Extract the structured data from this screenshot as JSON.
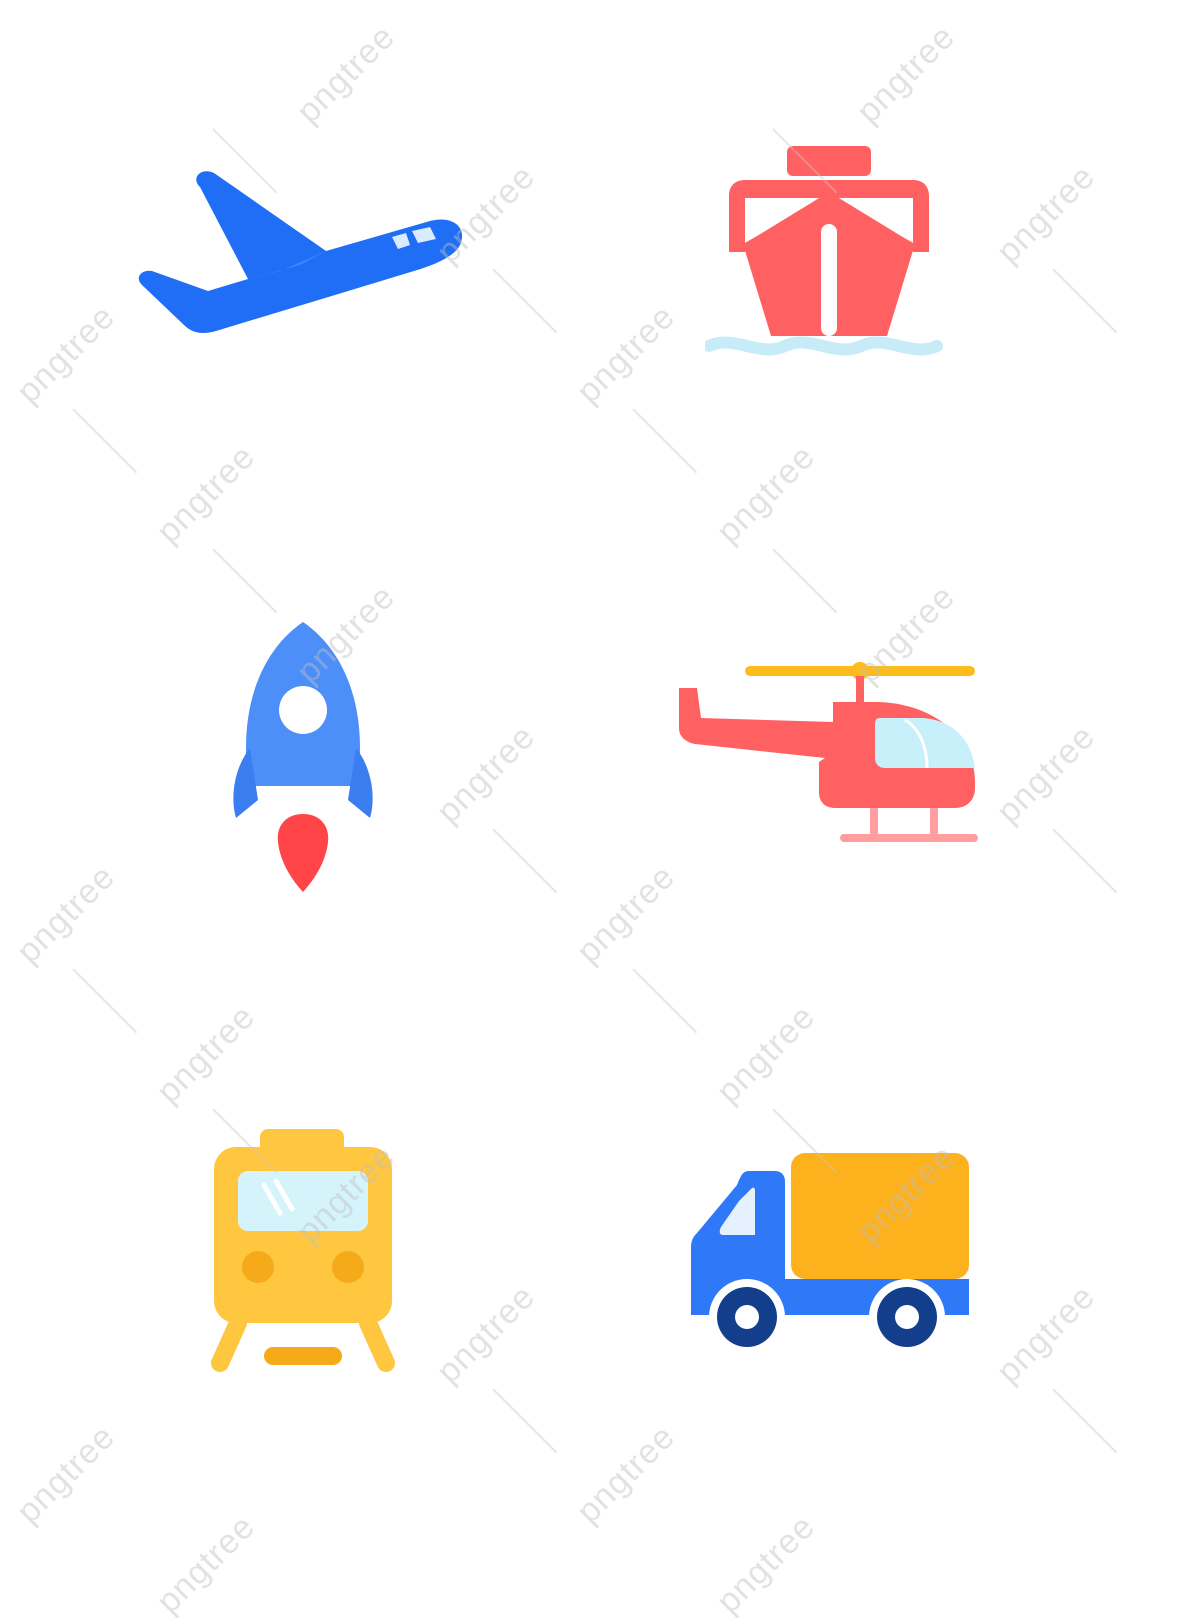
{
  "icons": [
    {
      "name": "airplane",
      "primary": "#1f6ef5"
    },
    {
      "name": "ship",
      "primary": "#ff6163",
      "water": "#c8ecf7"
    },
    {
      "name": "rocket",
      "primary": "#4d8ff9",
      "flame": "#ff4548"
    },
    {
      "name": "helicopter",
      "primary": "#ff6163",
      "rotor": "#fdbc1c",
      "window": "#c8f0fa"
    },
    {
      "name": "train",
      "primary": "#ffc63f",
      "window": "#d5f3fb",
      "lights": "#f5aa1a"
    },
    {
      "name": "truck",
      "primary": "#2f78f7",
      "cargo": "#fdb11c",
      "wheel": "#123e8c"
    }
  ],
  "watermark": {
    "text": "pngtree",
    "color": "#bebebe"
  }
}
